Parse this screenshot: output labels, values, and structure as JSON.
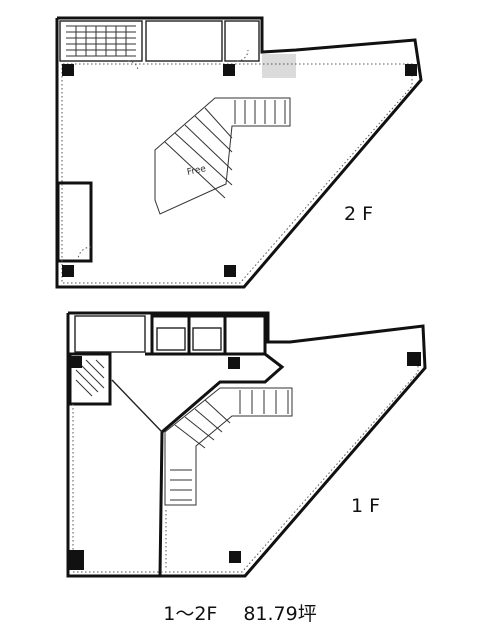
{
  "floors": [
    {
      "label": "2F"
    },
    {
      "label": "1F"
    }
  ],
  "stair_annotation": "Free",
  "caption": {
    "floors": "1～2F",
    "area": "81.79坪"
  }
}
